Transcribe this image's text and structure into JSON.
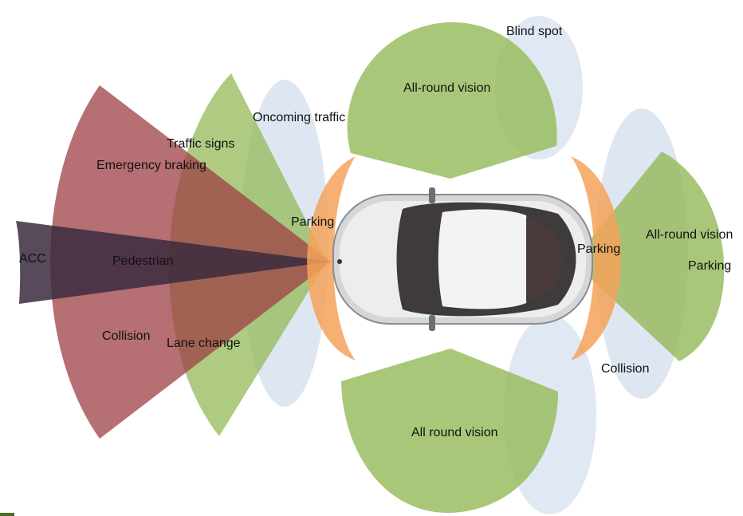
{
  "colors": {
    "long_range_radar": "#3a2c3e",
    "mid_range": "#9e3f44",
    "camera_green": "#93b957",
    "blind_spot_blue": "#d6e0ef",
    "parking_orange": "#f4a25a"
  },
  "icons": [
    "car-top-view-icon"
  ],
  "labels": {
    "acc": "ACC",
    "pedestrian": "Pedestrian",
    "emergency_braking": "Emergency braking",
    "collision_front": "Collision",
    "traffic_signs": "Traffic signs",
    "lane_change": "Lane change",
    "oncoming_traffic": "Oncoming traffic",
    "parking_front": "Parking",
    "all_round_vision_top": "All-round vision",
    "blind_spot": "Blind spot",
    "all_round_vision_bottom": "All round vision",
    "parking_rear": "Parking",
    "all_round_vision_right": "All-round vision",
    "parking_right": "Parking",
    "collision_rear": "Collision"
  }
}
